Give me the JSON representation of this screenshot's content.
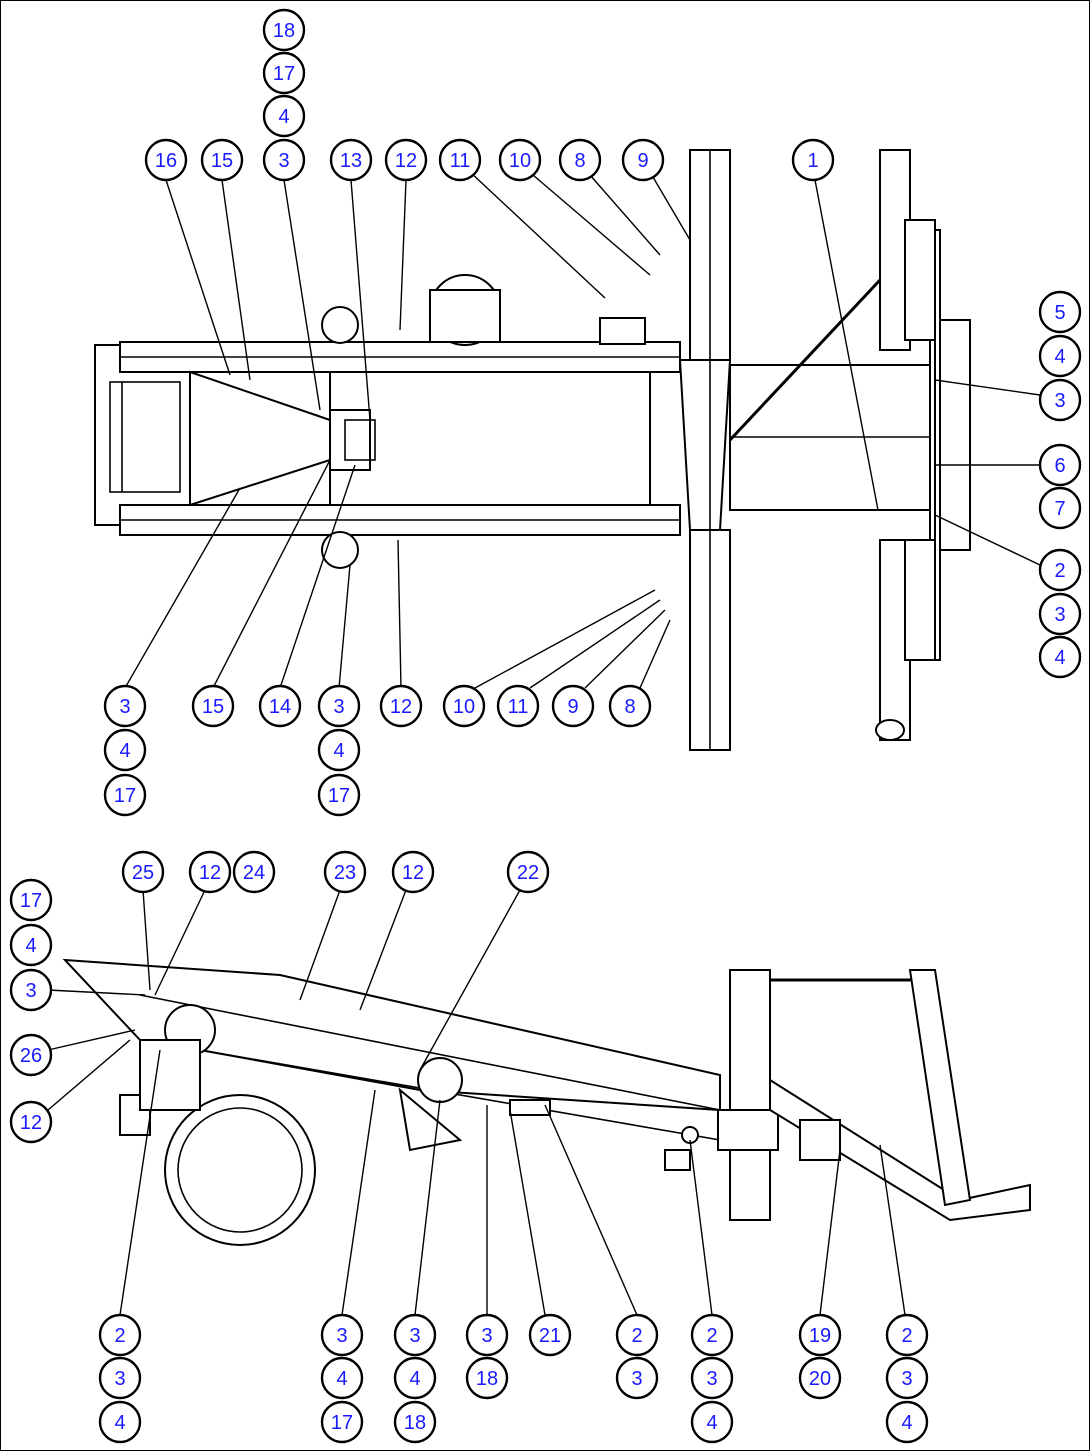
{
  "colors": {
    "callout_text": "#1a1aff",
    "line": "#000000",
    "background": "#ffffff"
  },
  "top_view": {
    "callouts": [
      {
        "id": "t-18a",
        "label": "18"
      },
      {
        "id": "t-17a",
        "label": "17"
      },
      {
        "id": "t-4a",
        "label": "4"
      },
      {
        "id": "t-3a",
        "label": "3"
      },
      {
        "id": "t-16",
        "label": "16"
      },
      {
        "id": "t-15a",
        "label": "15"
      },
      {
        "id": "t-13",
        "label": "13"
      },
      {
        "id": "t-12a",
        "label": "12"
      },
      {
        "id": "t-11a",
        "label": "11"
      },
      {
        "id": "t-10a",
        "label": "10"
      },
      {
        "id": "t-8a",
        "label": "8"
      },
      {
        "id": "t-9a",
        "label": "9"
      },
      {
        "id": "t-1",
        "label": "1"
      },
      {
        "id": "t-5",
        "label": "5"
      },
      {
        "id": "t-4b",
        "label": "4"
      },
      {
        "id": "t-3b",
        "label": "3"
      },
      {
        "id": "t-6",
        "label": "6"
      },
      {
        "id": "t-7",
        "label": "7"
      },
      {
        "id": "t-2",
        "label": "2"
      },
      {
        "id": "t-3c",
        "label": "3"
      },
      {
        "id": "t-4c",
        "label": "4"
      },
      {
        "id": "t-3d",
        "label": "3"
      },
      {
        "id": "t-4d",
        "label": "4"
      },
      {
        "id": "t-17b",
        "label": "17"
      },
      {
        "id": "t-15b",
        "label": "15"
      },
      {
        "id": "t-14",
        "label": "14"
      },
      {
        "id": "t-3e",
        "label": "3"
      },
      {
        "id": "t-4e",
        "label": "4"
      },
      {
        "id": "t-17c",
        "label": "17"
      },
      {
        "id": "t-12b",
        "label": "12"
      },
      {
        "id": "t-10b",
        "label": "10"
      },
      {
        "id": "t-11b",
        "label": "11"
      },
      {
        "id": "t-9b",
        "label": "9"
      },
      {
        "id": "t-8b",
        "label": "8"
      }
    ]
  },
  "side_view": {
    "callouts": [
      {
        "id": "s-17a",
        "label": "17"
      },
      {
        "id": "s-4a",
        "label": "4"
      },
      {
        "id": "s-3a",
        "label": "3"
      },
      {
        "id": "s-26",
        "label": "26"
      },
      {
        "id": "s-12a",
        "label": "12"
      },
      {
        "id": "s-25",
        "label": "25"
      },
      {
        "id": "s-12b",
        "label": "12"
      },
      {
        "id": "s-24",
        "label": "24"
      },
      {
        "id": "s-23",
        "label": "23"
      },
      {
        "id": "s-12c",
        "label": "12"
      },
      {
        "id": "s-22",
        "label": "22"
      },
      {
        "id": "s-2a",
        "label": "2"
      },
      {
        "id": "s-3b",
        "label": "3"
      },
      {
        "id": "s-4b",
        "label": "4"
      },
      {
        "id": "s-3c",
        "label": "3"
      },
      {
        "id": "s-4c",
        "label": "4"
      },
      {
        "id": "s-17b",
        "label": "17"
      },
      {
        "id": "s-3d",
        "label": "3"
      },
      {
        "id": "s-4d",
        "label": "4"
      },
      {
        "id": "s-18a",
        "label": "18"
      },
      {
        "id": "s-3e",
        "label": "3"
      },
      {
        "id": "s-18b",
        "label": "18"
      },
      {
        "id": "s-21",
        "label": "21"
      },
      {
        "id": "s-2b",
        "label": "2"
      },
      {
        "id": "s-3f",
        "label": "3"
      },
      {
        "id": "s-2c",
        "label": "2"
      },
      {
        "id": "s-3g",
        "label": "3"
      },
      {
        "id": "s-4e",
        "label": "4"
      },
      {
        "id": "s-19",
        "label": "19"
      },
      {
        "id": "s-20",
        "label": "20"
      },
      {
        "id": "s-2d",
        "label": "2"
      },
      {
        "id": "s-3h",
        "label": "3"
      },
      {
        "id": "s-4f",
        "label": "4"
      }
    ]
  }
}
